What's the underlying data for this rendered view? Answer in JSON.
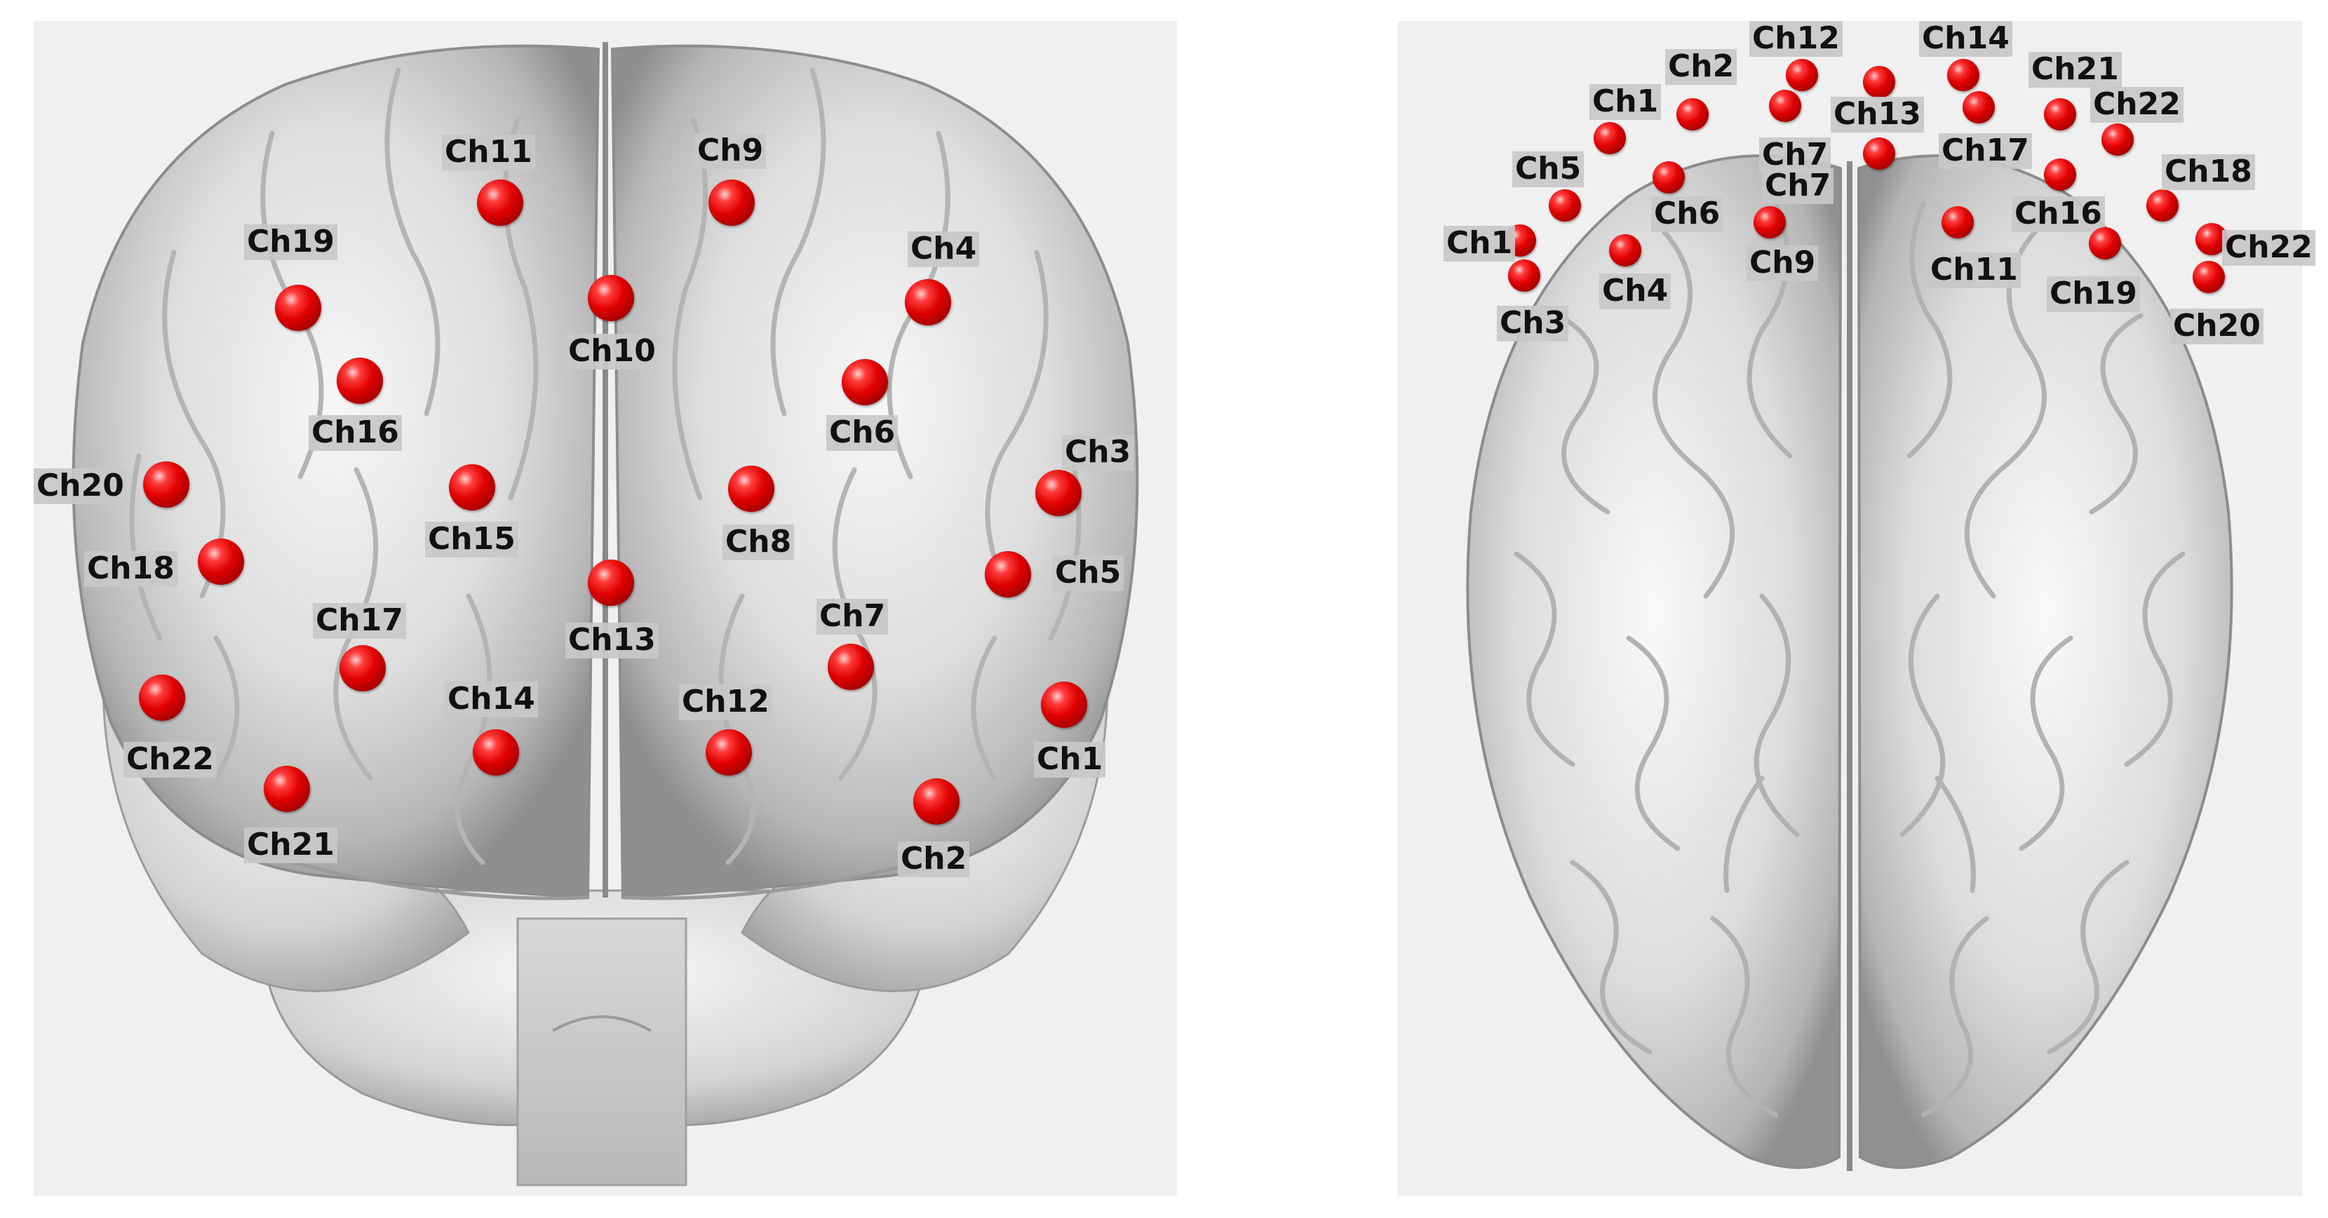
{
  "front_view": {
    "channels": [
      {
        "id": "ch11",
        "label": "Ch11"
      },
      {
        "id": "ch9",
        "label": "Ch9"
      },
      {
        "id": "ch19",
        "label": "Ch19"
      },
      {
        "id": "ch10",
        "label": "Ch10"
      },
      {
        "id": "ch4",
        "label": "Ch4"
      },
      {
        "id": "ch16",
        "label": "Ch16"
      },
      {
        "id": "ch6",
        "label": "Ch6"
      },
      {
        "id": "ch20",
        "label": "Ch20"
      },
      {
        "id": "ch15",
        "label": "Ch15"
      },
      {
        "id": "ch8",
        "label": "Ch8"
      },
      {
        "id": "ch3",
        "label": "Ch3"
      },
      {
        "id": "ch18",
        "label": "Ch18"
      },
      {
        "id": "ch13",
        "label": "Ch13"
      },
      {
        "id": "ch5",
        "label": "Ch5"
      },
      {
        "id": "ch17",
        "label": "Ch17"
      },
      {
        "id": "ch7",
        "label": "Ch7"
      },
      {
        "id": "ch22",
        "label": "Ch22"
      },
      {
        "id": "ch14",
        "label": "Ch14"
      },
      {
        "id": "ch12",
        "label": "Ch12"
      },
      {
        "id": "ch1",
        "label": "Ch1"
      },
      {
        "id": "ch21",
        "label": "Ch21"
      },
      {
        "id": "ch2",
        "label": "Ch2"
      }
    ]
  },
  "top_view": {
    "channels": [
      {
        "id": "ch12",
        "label": "Ch12"
      },
      {
        "id": "ch14",
        "label": "Ch14"
      },
      {
        "id": "ch2",
        "label": "Ch2"
      },
      {
        "id": "ch21",
        "label": "Ch21"
      },
      {
        "id": "ch1",
        "label": "Ch1"
      },
      {
        "id": "ch13",
        "label": "Ch13"
      },
      {
        "id": "ch22",
        "label": "Ch22"
      },
      {
        "id": "ch7",
        "label": "Ch7"
      },
      {
        "id": "ch17",
        "label": "Ch17"
      },
      {
        "id": "ch5",
        "label": "Ch5"
      },
      {
        "id": "ch18",
        "label": "Ch18"
      },
      {
        "id": "ch6",
        "label": "Ch6"
      },
      {
        "id": "ch7b",
        "label": "Ch7"
      },
      {
        "id": "ch16",
        "label": "Ch16"
      },
      {
        "id": "ch1b",
        "label": "Ch1"
      },
      {
        "id": "ch22b",
        "label": "Ch22"
      },
      {
        "id": "ch4",
        "label": "Ch4"
      },
      {
        "id": "ch9",
        "label": "Ch9"
      },
      {
        "id": "ch11",
        "label": "Ch11"
      },
      {
        "id": "ch19",
        "label": "Ch19"
      },
      {
        "id": "ch3",
        "label": "Ch3"
      },
      {
        "id": "ch20",
        "label": "Ch20"
      }
    ]
  }
}
